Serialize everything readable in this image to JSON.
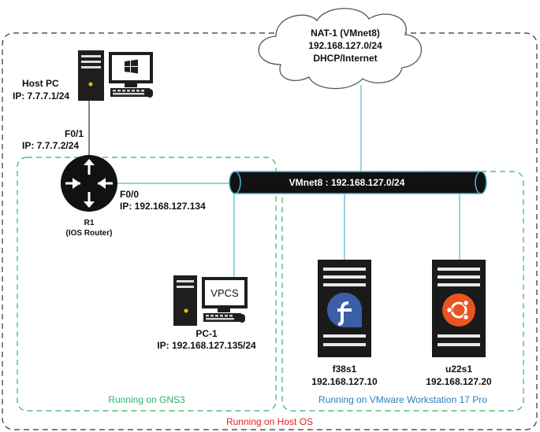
{
  "colors": {
    "host_os": "#e02020",
    "gns3": "#2db36a",
    "vmware": "#2a7fc1",
    "link": "#4fb6cf",
    "device_dark": "#1a1a1a"
  },
  "cloud": {
    "title": "NAT-1 (VMnet8)",
    "subnet": "192.168.127.0/24",
    "service": "DHCP/Internet",
    "icon": "cloud-icon"
  },
  "host_pc": {
    "name": "Host PC",
    "ip": "IP: 7.7.7.1/24",
    "icon": "windows-pc-icon"
  },
  "router": {
    "f01_label": "F0/1",
    "f01_ip": "IP: 7.7.7.2/24",
    "f00_label": "F0/0",
    "f00_ip": "IP: 192.168.127.134",
    "name": "R1",
    "desc": "(IOS Router)",
    "icon": "router-icon"
  },
  "switch_bus": {
    "label": "VMnet8 : 192.168.127.0/24"
  },
  "pc1": {
    "screen_text": "VPCS",
    "name": "PC-1",
    "ip": "IP: 192.168.127.135/24",
    "icon": "vpcs-pc-icon"
  },
  "servers": [
    {
      "name": "f38s1",
      "ip": "192.168.127.10",
      "icon": "fedora-server-icon"
    },
    {
      "name": "u22s1",
      "ip": "192.168.127.20",
      "icon": "ubuntu-server-icon"
    }
  ],
  "zones": {
    "gns3": "Running on GNS3",
    "vmware": "Running on VMware Workstation 17 Pro",
    "host_os": "Running on Host OS"
  }
}
